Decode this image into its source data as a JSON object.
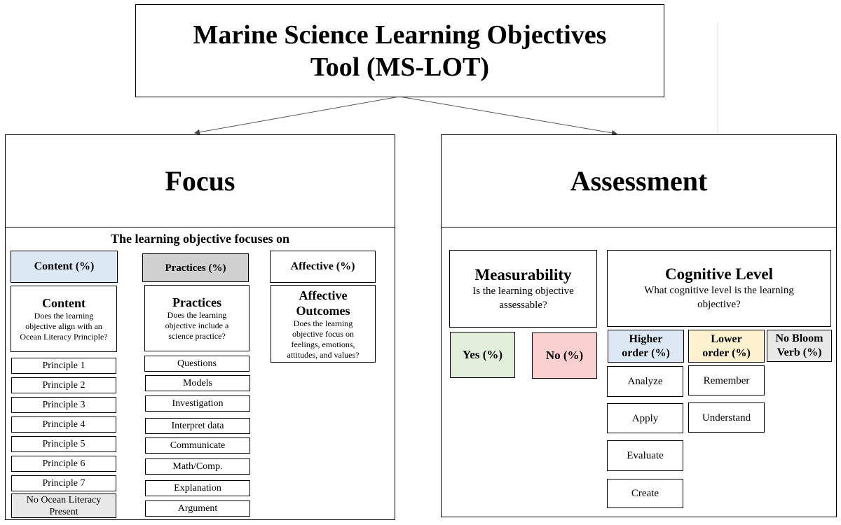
{
  "title": "Marine Science Learning Objectives Tool (MS-LOT)",
  "focus": {
    "title": "Focus",
    "subtitle": "The learning objective focuses on",
    "content": {
      "header": "Content (%)",
      "title": "Content",
      "description": "Does the learning objective align with an Ocean Literacy Principle?",
      "items": [
        "Principle 1",
        "Principle 2",
        "Principle 3",
        "Principle 4",
        "Principle 5",
        "Principle 6",
        "Principle 7"
      ],
      "none_label": "No Ocean Literacy Present"
    },
    "practices": {
      "header": "Practices (%)",
      "title": "Practices",
      "description": "Does the learning objective include a science practice?",
      "items": [
        "Questions",
        "Models",
        "Investigation",
        "Interpret data",
        "Communicate",
        "Math/Comp.",
        "Explanation",
        "Argument"
      ]
    },
    "affective": {
      "header": "Affective (%)",
      "title": "Affective Outcomes",
      "description": "Does the learning objective focus on feelings, emotions, attitudes, and values?"
    }
  },
  "assessment": {
    "title": "Assessment",
    "measurability": {
      "title": "Measurability",
      "question": "Is the learning objective assessable?",
      "yes": "Yes (%)",
      "no": "No (%)"
    },
    "cognitive": {
      "title": "Cognitive Level",
      "question": "What cognitive level is the learning objective?",
      "higher": "Higher order (%)",
      "lower": "Lower order (%)",
      "nobloom": "No Bloom Verb (%)",
      "higher_items": [
        "Analyze",
        "Apply",
        "Evaluate",
        "Create"
      ],
      "lower_items": [
        "Remember",
        "Understand"
      ]
    }
  },
  "colors": {
    "blue": "#dce9f5",
    "gray": "#d0d0d0",
    "light_gray": "#e8e8e8",
    "green": "#e2efda",
    "red": "#fbd0d0",
    "yellow": "#fdf1cf"
  }
}
